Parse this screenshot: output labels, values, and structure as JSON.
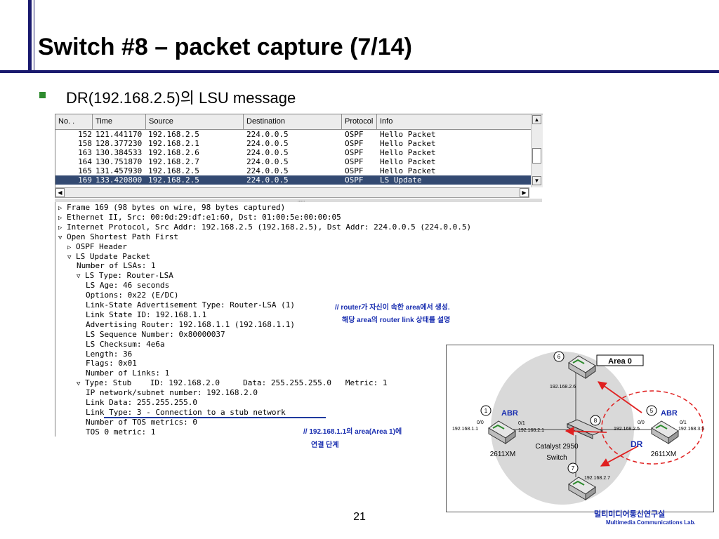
{
  "slide": {
    "title": "Switch #8 – packet capture (7/14)",
    "bullet": "DR(192.168.2.5)의 LSU message",
    "page_number": "21",
    "logo_korean": "멀티미디어통신연구실",
    "logo_english": "Multimedia Communications Lab."
  },
  "packet_list": {
    "columns": [
      "No. .",
      "Time",
      "Source",
      "Destination",
      "Protocol",
      "Info"
    ],
    "rows": [
      {
        "no": "152",
        "time": "121.441170",
        "source": "192.168.2.5",
        "destination": "224.0.0.5",
        "protocol": "OSPF",
        "info": "Hello Packet"
      },
      {
        "no": "158",
        "time": "128.377230",
        "source": "192.168.2.1",
        "destination": "224.0.0.5",
        "protocol": "OSPF",
        "info": "Hello Packet"
      },
      {
        "no": "163",
        "time": "130.384533",
        "source": "192.168.2.6",
        "destination": "224.0.0.5",
        "protocol": "OSPF",
        "info": "Hello Packet"
      },
      {
        "no": "164",
        "time": "130.751870",
        "source": "192.168.2.7",
        "destination": "224.0.0.5",
        "protocol": "OSPF",
        "info": "Hello Packet"
      },
      {
        "no": "165",
        "time": "131.457930",
        "source": "192.168.2.5",
        "destination": "224.0.0.5",
        "protocol": "OSPF",
        "info": "Hello Packet"
      },
      {
        "no": "169",
        "time": "133.420800",
        "source": "192.168.2.5",
        "destination": "224.0.0.5",
        "protocol": "OSPF",
        "info": "LS Update"
      }
    ],
    "selected_row": "169"
  },
  "detail_lines": [
    {
      "arrow": "right",
      "text": "Frame 169 (98 bytes on wire, 98 bytes captured)"
    },
    {
      "arrow": "right",
      "text": "Ethernet II, Src: 00:0d:29:df:e1:60, Dst: 01:00:5e:00:00:05"
    },
    {
      "arrow": "right",
      "text": "Internet Protocol, Src Addr: 192.168.2.5 (192.168.2.5), Dst Addr: 224.0.0.5 (224.0.0.5)"
    },
    {
      "arrow": "down",
      "text": "Open Shortest Path First"
    },
    {
      "arrow": "right",
      "text": "OSPF Header"
    },
    {
      "arrow": "down",
      "text": "LS Update Packet"
    },
    {
      "arrow": "",
      "text": "Number of LSAs: 1"
    },
    {
      "arrow": "down",
      "text": "LS Type: Router-LSA"
    },
    {
      "arrow": "",
      "text": "LS Age: 46 seconds"
    },
    {
      "arrow": "",
      "text": "Options: 0x22 (E/DC)"
    },
    {
      "arrow": "",
      "text": "Link-State Advertisement Type: Router-LSA (1)"
    },
    {
      "arrow": "",
      "text": "Link State ID: 192.168.1.1"
    },
    {
      "arrow": "",
      "text": "Advertising Router: 192.168.1.1 (192.168.1.1)"
    },
    {
      "arrow": "",
      "text": "LS Sequence Number: 0x80000037"
    },
    {
      "arrow": "",
      "text": "LS Checksum: 4e6a"
    },
    {
      "arrow": "",
      "text": "Length: 36"
    },
    {
      "arrow": "",
      "text": "Flags: 0x01"
    },
    {
      "arrow": "",
      "text": "Number of Links: 1"
    },
    {
      "arrow": "down",
      "text": "Type: Stub    ID: 192.168.2.0     Data: 255.255.255.0   Metric: 1"
    },
    {
      "arrow": "",
      "text": "IP network/subnet number: 192.168.2.0"
    },
    {
      "arrow": "",
      "text": "Link Data: 255.255.255.0"
    },
    {
      "arrow": "",
      "text": "Link Type: 3 - Connection to a stub network"
    },
    {
      "arrow": "",
      "text": "Number of TOS metrics: 0"
    },
    {
      "arrow": "",
      "text": "TOS 0 metric: 1"
    }
  ],
  "annotations": {
    "note1_line1": "// router가 자신이 속한 area에서 생성.",
    "note1_line2": "해당 area의 router link 상태를 설명",
    "note2_line1": "// 192.168.1.1의 area(Area 1)에",
    "note2_line2": "연결 단계"
  },
  "diagram": {
    "area_label": "Area 0",
    "abr_left": "ABR",
    "abr_right": "ABR",
    "dr_label": "DR",
    "switch_name": "Catalyst 2950",
    "switch_sub": "Switch",
    "router_left_model": "2611XM",
    "router_right_model": "2611XM",
    "node_nums": {
      "n1": "1",
      "n5": "5",
      "n6": "6",
      "n7": "7",
      "n8": "8"
    },
    "labels": {
      "ip_26": "192.168.2.6",
      "ip_27": "192.168.2.7",
      "ip_11": "192.168.1.1",
      "ip_21": "192.168.2.1",
      "ip_25": "192.168.2.5",
      "ip_35": "192.168.3.5",
      "if_l0": "0/0",
      "if_l1": "0/1",
      "if_r0": "0/0",
      "if_r1": "0/1"
    }
  },
  "colors": {
    "accent_navy": "#1a1a6e",
    "bullet_green": "#2e8b2e",
    "selection": "#334a72",
    "note_blue": "#1a2fb0",
    "arrow_red": "#e02020"
  }
}
